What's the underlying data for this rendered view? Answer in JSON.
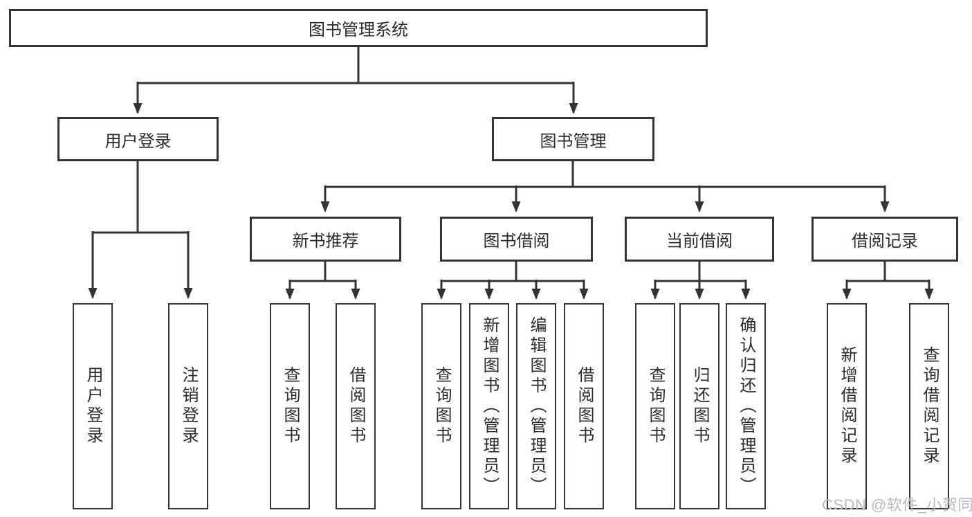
{
  "diagram": {
    "root": "图书管理系统",
    "level2": {
      "user_login": "用户登录",
      "book_management": "图书管理"
    },
    "level3": {
      "new_book_recommend": "新书推荐",
      "book_borrow": "图书借阅",
      "current_borrow": "当前借阅",
      "borrow_record": "借阅记录"
    },
    "leaves": {
      "user_login": [
        "用户登录",
        "注销登录"
      ],
      "new_book": [
        "查询图书",
        "借阅图书"
      ],
      "book_borrow": [
        "查询图书",
        "新增图书（管理员）",
        "编辑图书（管理员）",
        "借阅图书"
      ],
      "current_borrow": [
        "查询图书",
        "归还图书",
        "确认归还（管理员）"
      ],
      "borrow_record": [
        "新增借阅记录",
        "查询借阅记录"
      ]
    }
  },
  "watermark": "CSDN @软件_小贺同学",
  "colors": {
    "line": "#333333",
    "text": "#2b2b2b",
    "watermark": "#b9bac0",
    "background": "#ffffff"
  }
}
